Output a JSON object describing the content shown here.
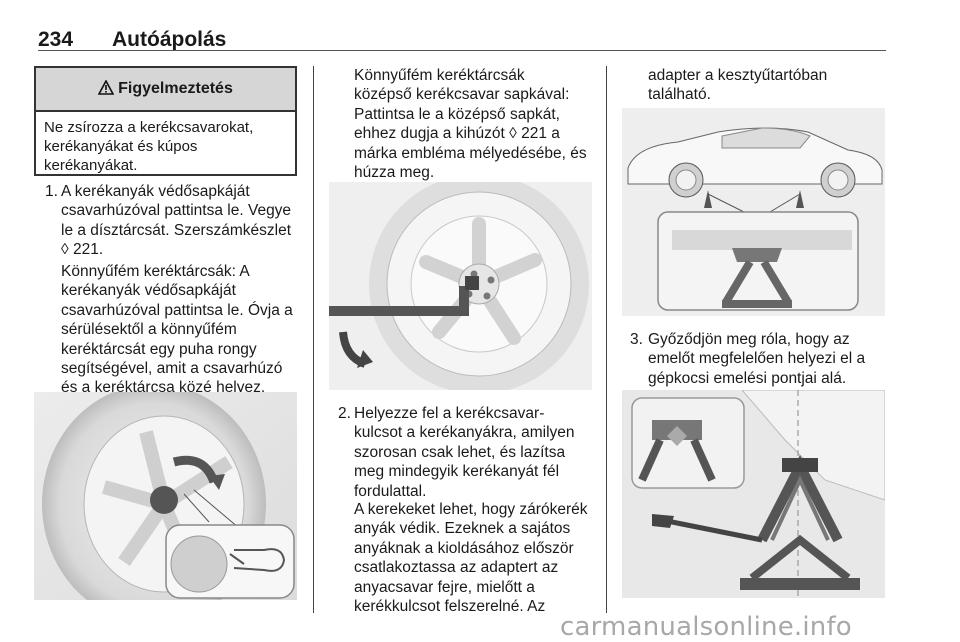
{
  "header": {
    "page_number": "234",
    "title": "Autóápolás"
  },
  "warning": {
    "icon": "warning-triangle-icon",
    "title": "Figyelmeztetés",
    "text_lines": [
      "Ne zsírozza a kerékcsavarokat,",
      "kerékanyákat és kúpos",
      "kerékanyákat."
    ]
  },
  "col1": {
    "step1_number": "1.",
    "step1_lines": [
      "A kerékanyák védősapkáját",
      "csavarhúzóval pattintsa le. Vegye",
      "le a dísztárcsát. Szerszámkészlet",
      "◊ 221."
    ],
    "step1_extra_lines": [
      "Könnyűfém keréktárcsák: A",
      "kerékanyák védősapkáját",
      "csavarhúzóval pattintsa le. Óvja a",
      "sérülésektől a könnyűfém",
      "keréktárcsát egy puha rongy",
      "segítségével, amit a csavarhúzó",
      "és a keréktárcsa közé helyez."
    ]
  },
  "col2": {
    "intro_lines": [
      "Könnyűfém keréktárcsák",
      "középső kerékcsavar sapkával:",
      "Pattintsa le a középső sapkát,",
      "ehhez dugja a kihúzót ◊ 221 a",
      "márka embléma mélyedésébe, és",
      "húzza meg."
    ],
    "step2_number": "2.",
    "step2_lines": [
      "Helyezze fel a kerékcsavar-",
      "kulcsot a kerékanyákra, amilyen",
      "szorosan csak lehet, és lazítsa",
      "meg mindegyik kerékanyát fél",
      "fordulattal."
    ],
    "step2_extra_lines": [
      "A kerekeket lehet, hogy zárókerék",
      "anyák védik. Ezeknek a sajátos",
      "anyáknak a kioldásához először",
      "csatlakoztassa az adaptert az",
      "anyacsavar fejre, mielőtt a",
      "kerékkulcsot felszerelné. Az"
    ]
  },
  "col3": {
    "intro_lines": [
      "adapter a kesztyűtartóban",
      "található."
    ],
    "step3_number": "3.",
    "step3_lines": [
      "Győződjön meg róla, hogy az",
      "emelőt megfelelően helyezi el a",
      "gépkocsi emelési pontjai alá."
    ]
  },
  "footer": {
    "watermark": "carmanualsonline.info"
  }
}
